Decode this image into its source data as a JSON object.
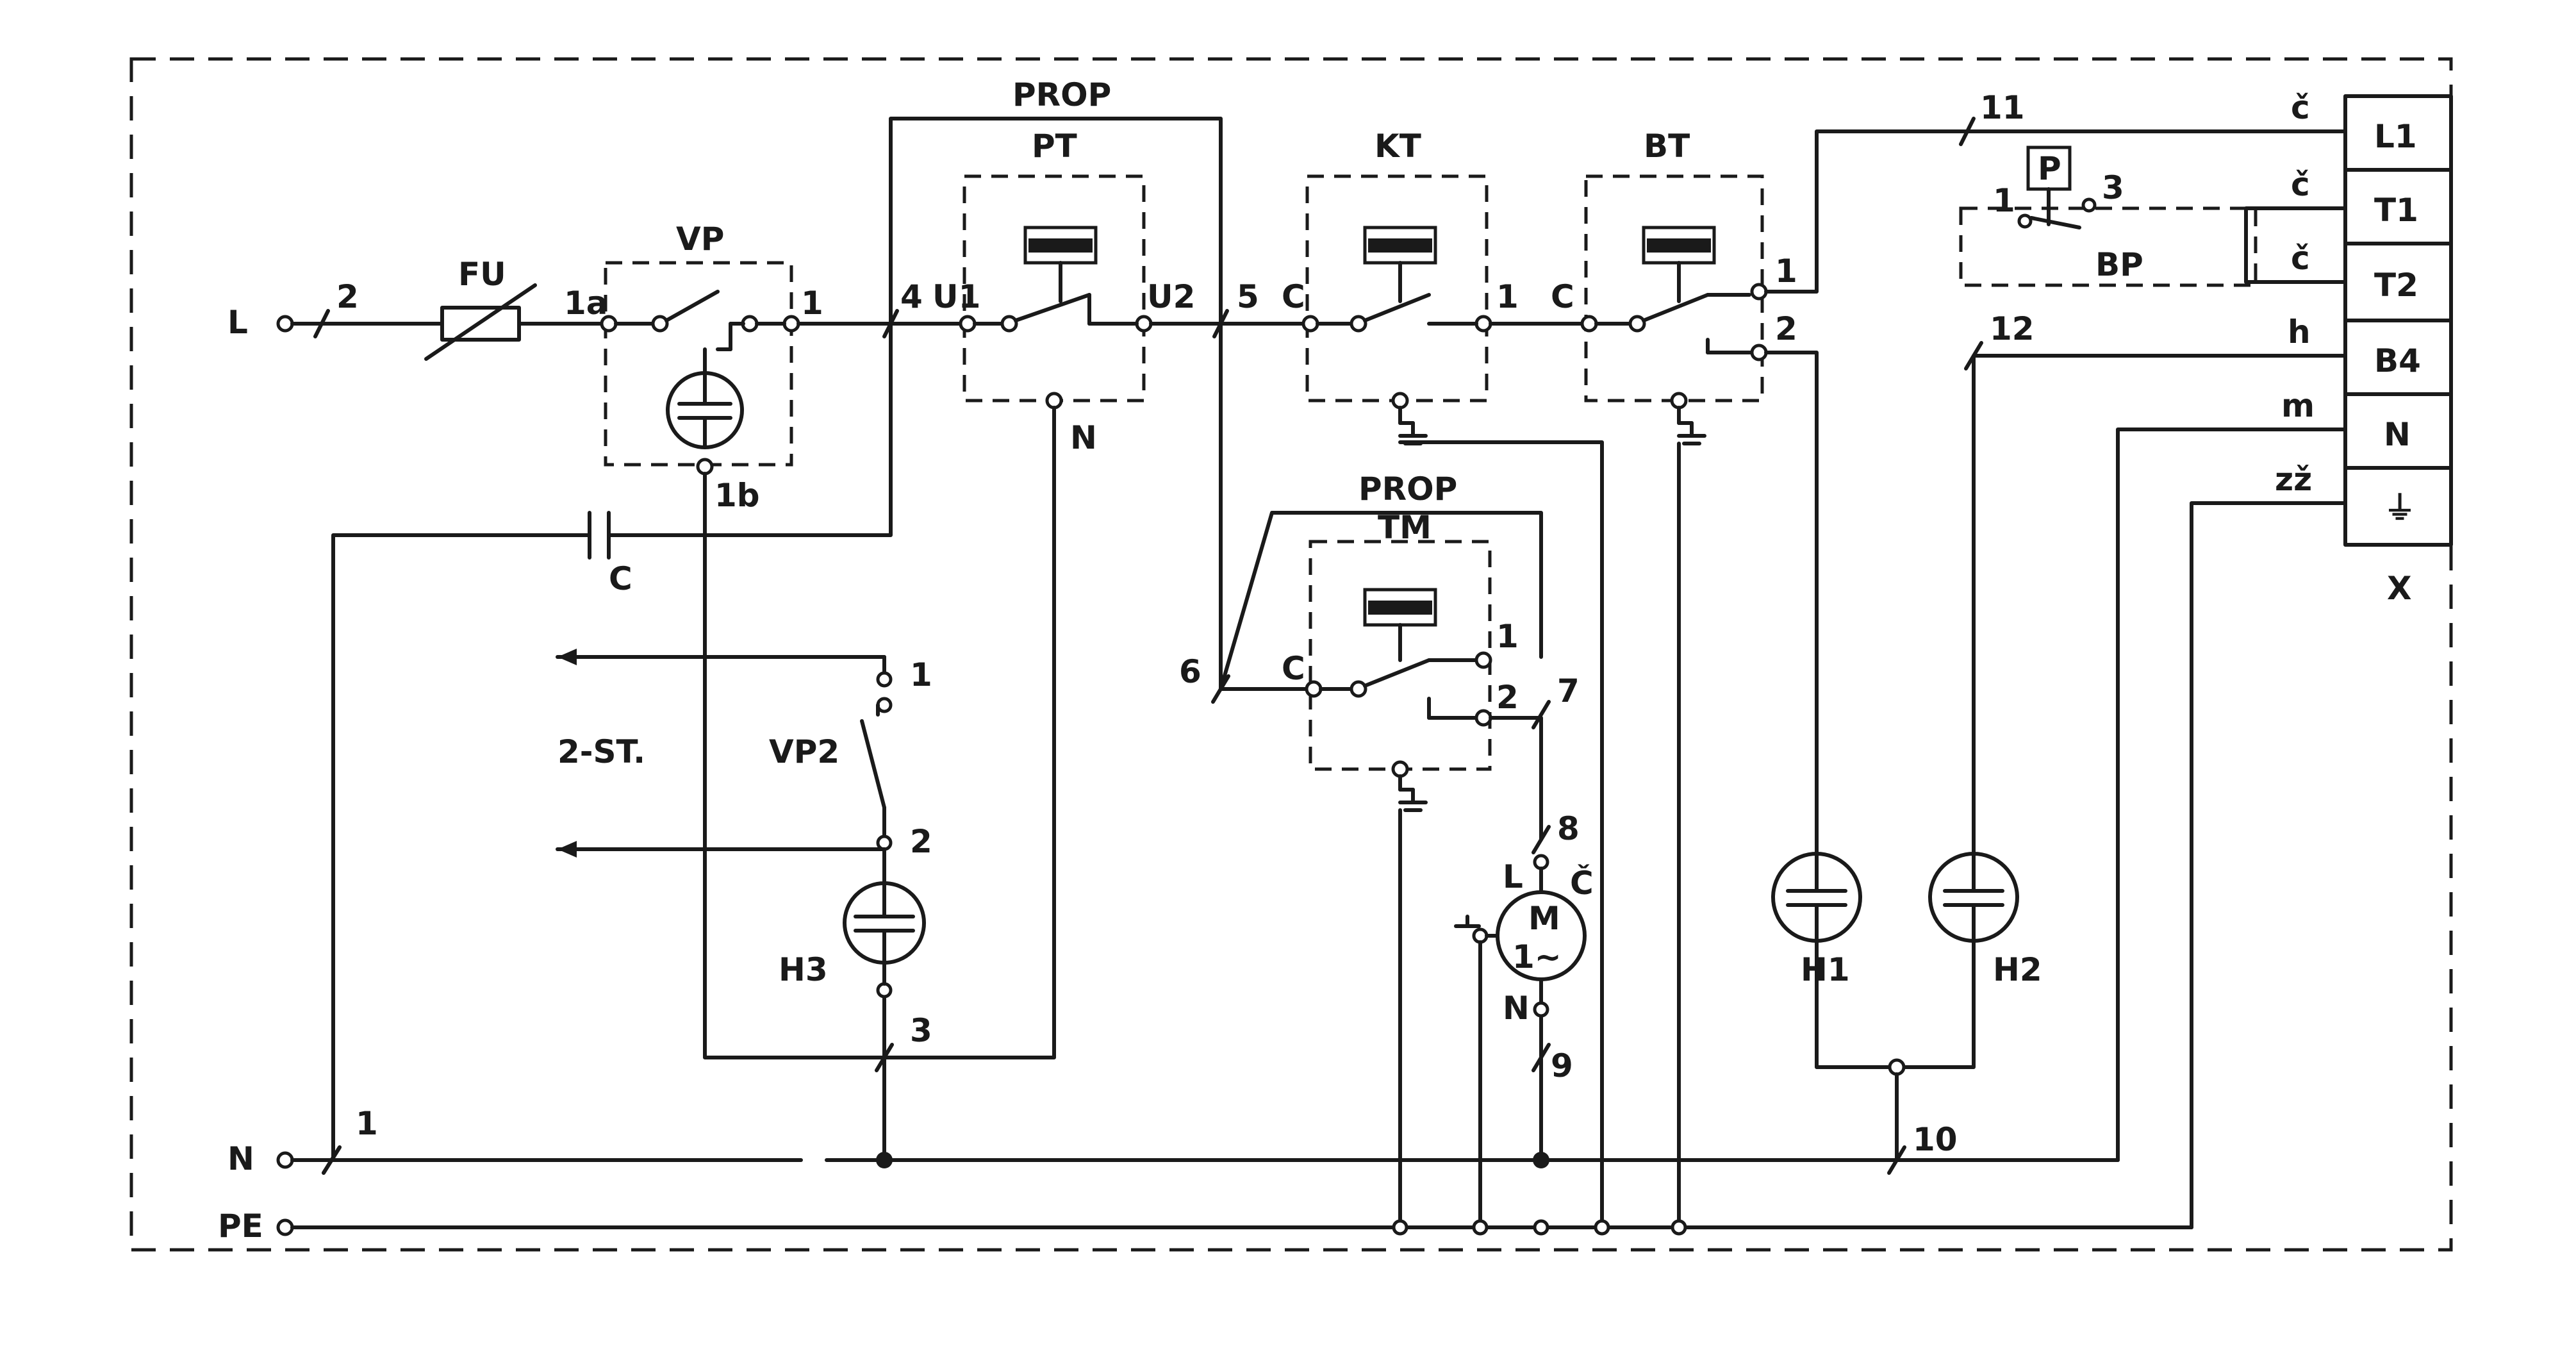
{
  "supply": {
    "L": "L",
    "N": "N",
    "PE": "PE"
  },
  "components": {
    "FU": "FU",
    "VP": "VP",
    "PROP_top": "PROP",
    "PT": "PT",
    "KT": "KT",
    "BT": "BT",
    "PROP_mid": "PROP",
    "TM": "TM",
    "C": "C",
    "VP2": "VP2",
    "two_st": "2-ST.",
    "H3": "H3",
    "H1": "H1",
    "H2": "H2",
    "BP": "BP",
    "P": "P",
    "X": "X",
    "M": "M",
    "M_phase": "1~"
  },
  "pins": {
    "VP_1a": "1a",
    "VP_1": "1",
    "VP_1b": "1b",
    "PT_U1": "U1",
    "PT_U2": "U2",
    "PT_N": "N",
    "KT_C": "C",
    "KT_1": "1",
    "BT_C": "C",
    "BT_1": "1",
    "BT_2": "2",
    "TM_C": "C",
    "TM_1": "1",
    "TM_2": "2",
    "VP2_1": "1",
    "VP2_2": "2",
    "VP2_3": "3",
    "M_L": "L",
    "M_N": "N",
    "M_C": "Č",
    "BP_1": "1",
    "BP_3": "3"
  },
  "wire_numbers": {
    "w1": "1",
    "w2": "2",
    "w4": "4",
    "w5": "5",
    "w6": "6",
    "w7": "7",
    "w8": "8",
    "w9": "9",
    "w10": "10",
    "w11": "11",
    "w12": "12"
  },
  "wire_colors": {
    "L1": "č",
    "T1": "č",
    "T2": "č",
    "B4": "h",
    "N": "m",
    "PE": "zž"
  },
  "terminal_block": {
    "rows": [
      "L1",
      "T1",
      "T2",
      "B4",
      "N",
      "⏚"
    ]
  },
  "ground_symbol": "⏚"
}
